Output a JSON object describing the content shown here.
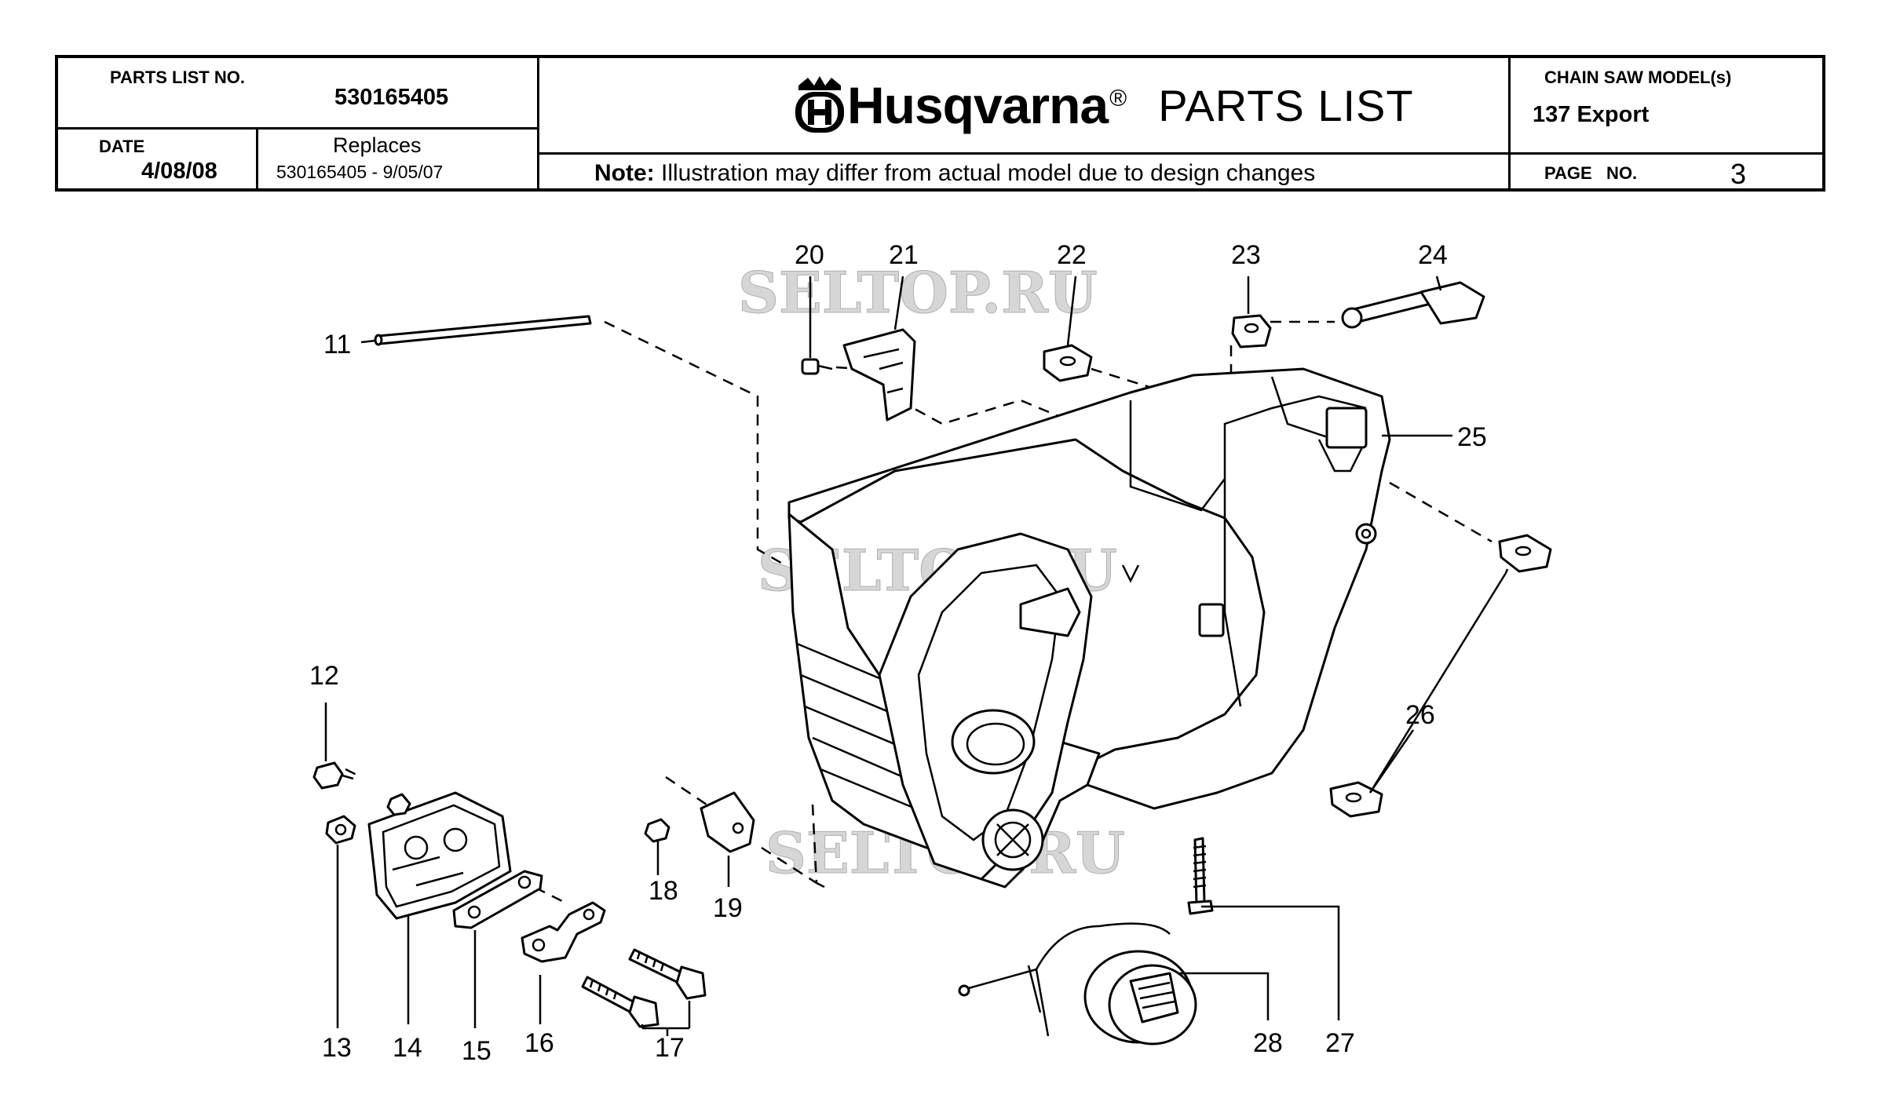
{
  "header": {
    "parts_list_no_label": "PARTS LIST NO.",
    "parts_list_no": "530165405",
    "date_label": "DATE",
    "date": "4/08/08",
    "replaces_label": "Replaces",
    "replaces_value": "530165405 - 9/05/07",
    "brand": "Husqvarna",
    "registered_mark": "®",
    "title": "PARTS LIST",
    "note_label": "Note:",
    "note_text": "Illustration may differ from actual model due to design changes",
    "model_label": "CHAIN SAW MODEL(s)",
    "model": "137 Export",
    "page_label": "PAGE   NO.",
    "page_no": "3"
  },
  "watermark": "SELTOP.RU",
  "callouts": [
    "11",
    "12",
    "13",
    "14",
    "15",
    "16",
    "17",
    "18",
    "19",
    "20",
    "21",
    "22",
    "23",
    "24",
    "25",
    "26",
    "27",
    "28"
  ],
  "colors": {
    "ink": "#000000",
    "watermark": "#c8c8c8",
    "paper": "#ffffff"
  },
  "icons": {
    "brand_logo": "husqvarna-crown-h-icon"
  }
}
